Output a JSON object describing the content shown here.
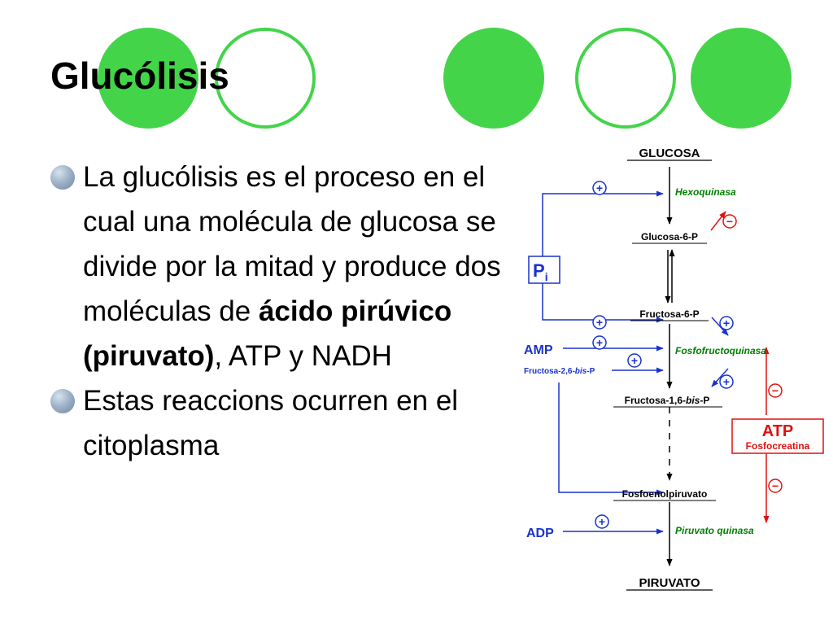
{
  "slide": {
    "title": "Glucólisis",
    "bullets": [
      {
        "part1": "La glucólisis es el proceso en el cual una molécula de glucosa se divide por la mitad y produce dos moléculas de ",
        "bold": "ácido pirúvico (piruvato)",
        "part2": ", ATP y NADH"
      },
      {
        "text": "Estas reaccions ocurren en el citoplasma"
      }
    ]
  },
  "diagram": {
    "metabolites": {
      "glucosa": "GLUCOSA",
      "glucosa6p": "Glucosa-6-P",
      "fructosa6p": "Fructosa-6-P",
      "fructosa16bp_a": "Fructosa-1,6-",
      "fructosa16bp_b": "bis",
      "fructosa16bp_c": "-P",
      "fosfoenolpiruvato": "Fosfoenolpiruvato",
      "piruvato": "PIRUVATO"
    },
    "enzymes": {
      "hexoquinasa": "Hexoquinasa",
      "fosfofructoquinasa": "Fosfofructoquinasa",
      "piruvato_quinasa": "Piruvato quinasa"
    },
    "effectors": {
      "pi_main": "P",
      "pi_sub": "i",
      "amp": "AMP",
      "fructosa26bp_a": "Fructosa-2,6-",
      "fructosa26bp_b": "bis",
      "fructosa26bp_c": "-P",
      "adp": "ADP",
      "atp": "ATP",
      "fosfocreatina": "Fosfocreatina"
    },
    "signs": {
      "plus": "+",
      "minus": "−"
    },
    "colors": {
      "metabolite": "#000000",
      "enzyme": "#008000",
      "activator": "#1a33cc",
      "inhibitor": "#e01010",
      "accent": "#44d44a"
    }
  }
}
